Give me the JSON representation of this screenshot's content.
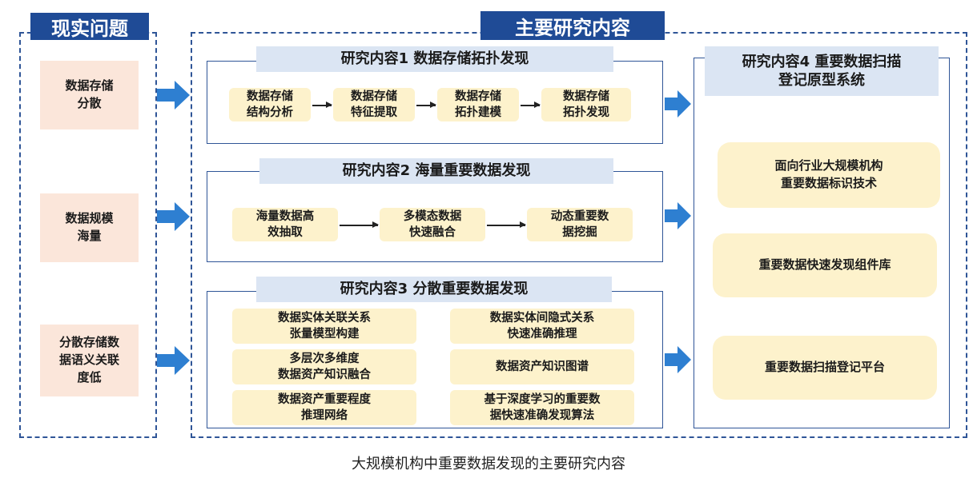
{
  "left_panel": {
    "title": "现实问题",
    "items": [
      "数据存储\n分散",
      "数据规模\n海量",
      "分散存储数\n据语义关联\n度低"
    ]
  },
  "main_panel": {
    "title": "主要研究内容",
    "content1": {
      "header": "研究内容1 数据存储拓扑发现",
      "steps": [
        "数据存储\n结构分析",
        "数据存储\n特征提取",
        "数据存储\n拓扑建模",
        "数据存储\n拓扑发现"
      ]
    },
    "content2": {
      "header": "研究内容2 海量重要数据发现",
      "steps": [
        "海量数据高\n效抽取",
        "多模态数据\n快速融合",
        "动态重要数\n据挖掘"
      ]
    },
    "content3": {
      "header": "研究内容3 分散重要数据发现",
      "items": [
        "数据实体关联关系\n张量模型构建",
        "数据实体间隐式关系\n快速准确推理",
        "多层次多维度\n数据资产知识融合",
        "数据资产知识图谱",
        "数据资产重要程度\n推理网络",
        "基于深度学习的重要数\n据快速准确发现算法"
      ]
    },
    "content4": {
      "header": "研究内容4 重要数据扫描\n登记原型系统",
      "items": [
        "面向行业大规模机构\n重要数据标识技术",
        "重要数据快速发现组件库",
        "重要数据扫描登记平台"
      ]
    }
  },
  "caption": "大规模机构中重要数据发现的主要研究内容",
  "colors": {
    "dark_blue": "#1f4b96",
    "arrow_blue": "#2e7fd1",
    "header_bg": "#dbe5f3",
    "peach": "#fbe6da",
    "yellow": "#fdf2cc"
  },
  "icons": [
    "block-arrow-right-icon",
    "thin-arrow-right-icon"
  ]
}
